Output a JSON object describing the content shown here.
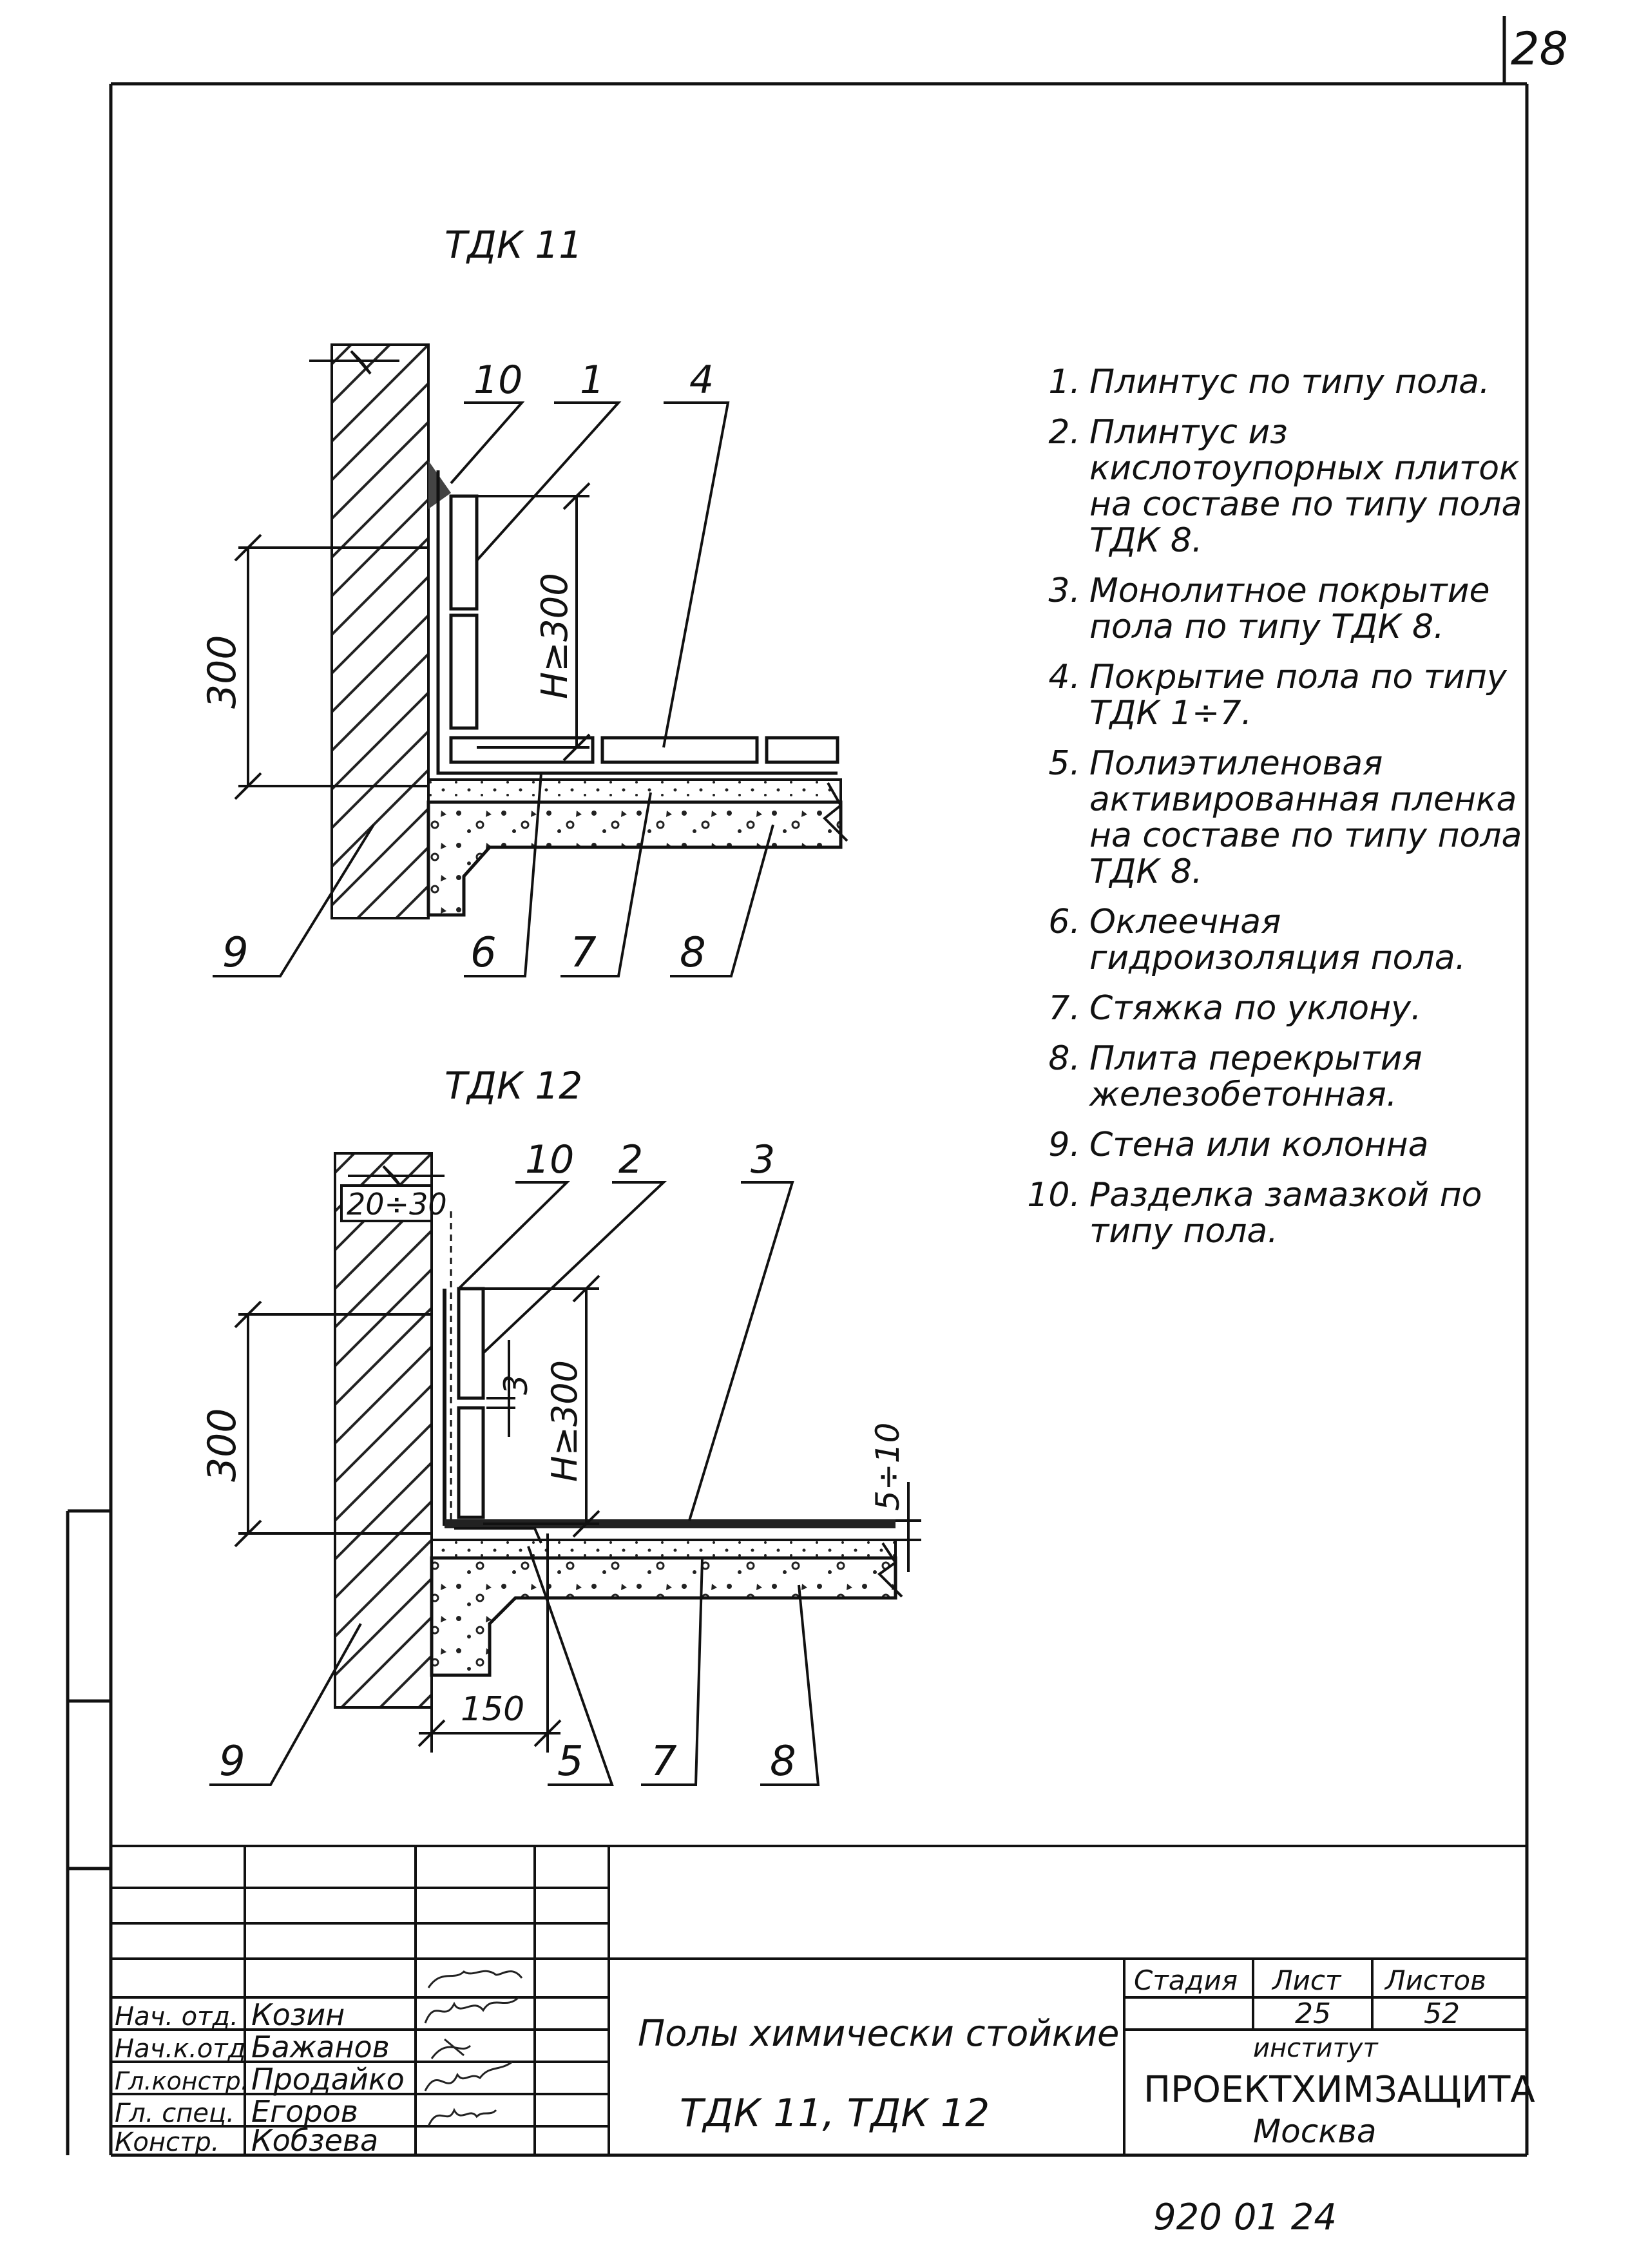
{
  "page_number": "28",
  "details": {
    "tdk11": {
      "title": "ТДК 11",
      "callouts_top": [
        "10",
        "1",
        "4"
      ],
      "callouts_bottom": [
        "9",
        "6",
        "7",
        "8"
      ],
      "dim_height": "300",
      "dim_h": "H≥300"
    },
    "tdk12": {
      "title": "ТДК 12",
      "callouts_top": [
        "10",
        "2",
        "3"
      ],
      "callouts_bottom": [
        "9",
        "5",
        "7",
        "8"
      ],
      "dim_gap": "20÷30",
      "dim_height": "300",
      "dim_h": "H≥300",
      "dim_joint": "3",
      "dim_thickness": "5÷10",
      "dim_width": "150"
    }
  },
  "legend": [
    {
      "num": "1.",
      "text": "Плинтус по типу пола."
    },
    {
      "num": "2.",
      "text": "Плинтус из кислотоупорных плиток на составе по типу пола ТДК 8."
    },
    {
      "num": "3.",
      "text": "Монолитное покрытие пола по типу ТДК 8."
    },
    {
      "num": "4.",
      "text": "Покрытие пола по типу ТДК 1÷7."
    },
    {
      "num": "5.",
      "text": "Полиэтиленовая активированная пленка на составе по типу пола ТДК 8."
    },
    {
      "num": "6.",
      "text": "Оклеечная гидроизоляция пола."
    },
    {
      "num": "7.",
      "text": "Стяжка по уклону."
    },
    {
      "num": "8.",
      "text": "Плита перекрытия железобетонная."
    },
    {
      "num": "9.",
      "text": "Стена или колонна"
    },
    {
      "num": "10.",
      "text": "Разделка замазкой по типу пола."
    }
  ],
  "title_block": {
    "roles": [
      "Нач. отд.",
      "Нач.к.отд",
      "Гл.констр.",
      "Гл. спец.",
      "Констр."
    ],
    "names": [
      "Козин",
      "Бажанов",
      "Продайко",
      "Егоров",
      "Кобзева"
    ],
    "drawing_title": "Полы химически стойкие",
    "drawing_code": "ТДК 11, ТДК 12",
    "stage_label": "Стадия",
    "sheet_label": "Лист",
    "sheets_label": "Листов",
    "stage_value": "",
    "sheet_value": "25",
    "sheets_value": "52",
    "institute_label": "институт",
    "institute_name": "ПРОЕКТХИМЗАЩИТА",
    "city": "Москва"
  },
  "footer_code": "920 01 24"
}
